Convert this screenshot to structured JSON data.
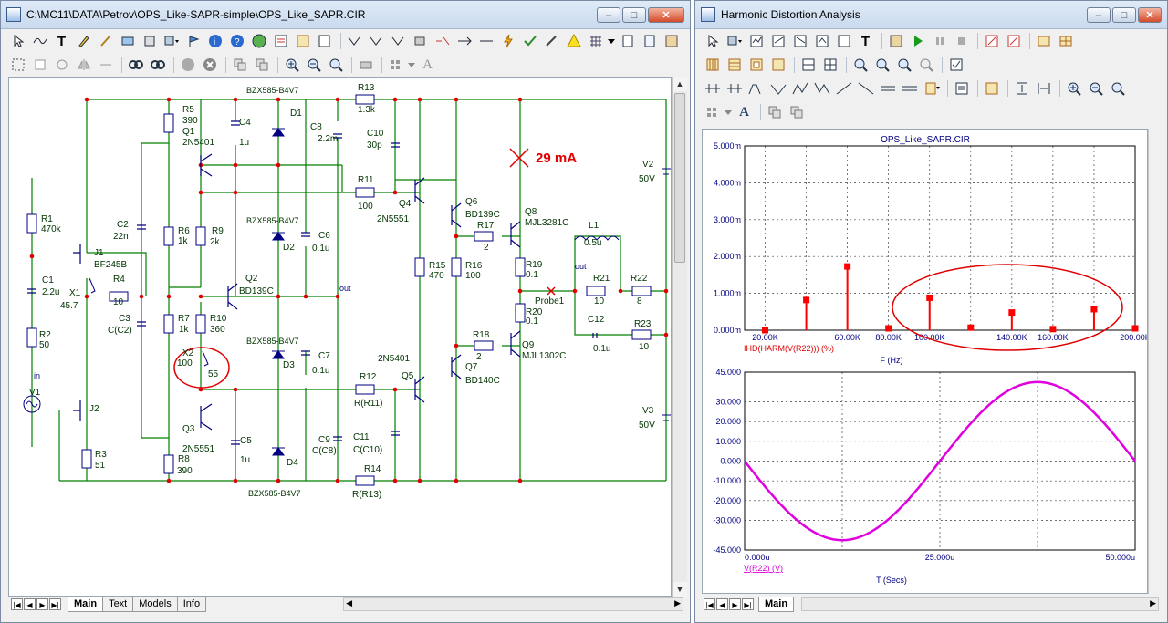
{
  "left_window": {
    "title": "C:\\MC11\\DATA\\Petrov\\OPS_Like-SAPR-simple\\OPS_Like_SAPR.CIR",
    "tabs": [
      "Main",
      "Text",
      "Models",
      "Info"
    ],
    "active_tab": "Main"
  },
  "right_window": {
    "title": "Harmonic Distortion Analysis",
    "tabs": [
      "Main"
    ],
    "active_tab": "Main"
  },
  "schematic": {
    "components": [
      {
        "name": "R5",
        "value": "390"
      },
      {
        "name": "Q1",
        "value": "2N5401"
      },
      {
        "name": "C4",
        "value": "1u"
      },
      {
        "name": "D1",
        "value": "BZX585-B4V7"
      },
      {
        "name": "C8",
        "value": "2.2m"
      },
      {
        "name": "R13",
        "value": "1.3k"
      },
      {
        "name": "C10",
        "value": "30p"
      },
      {
        "name": "R11",
        "value": "100"
      },
      {
        "name": "Q4",
        "value": "2N5551"
      },
      {
        "name": "Q6",
        "value": "BD139C"
      },
      {
        "name": "Q8",
        "value": "MJL3281C"
      },
      {
        "name": "R17",
        "value": "2"
      },
      {
        "name": "L1",
        "value": "0.5u"
      },
      {
        "name": "V2",
        "value": "50V"
      },
      {
        "name": "R1",
        "value": "470k"
      },
      {
        "name": "J1",
        "value": "BF245B"
      },
      {
        "name": "C2",
        "value": "22n"
      },
      {
        "name": "R6",
        "value": "1k"
      },
      {
        "name": "R9",
        "value": "2k"
      },
      {
        "name": "D2",
        "value": "BZX585-B4V7"
      },
      {
        "name": "C6",
        "value": "0.1u"
      },
      {
        "name": "Q2",
        "value": "BD139C"
      },
      {
        "name": "R15",
        "value": "470"
      },
      {
        "name": "R16",
        "value": "100"
      },
      {
        "name": "R19",
        "value": "0.1"
      },
      {
        "name": "R21",
        "value": "10"
      },
      {
        "name": "R22",
        "value": "8"
      },
      {
        "name": "C1",
        "value": "2.2u"
      },
      {
        "name": "X1",
        "value": "45.7"
      },
      {
        "name": "R4",
        "value": "10"
      },
      {
        "name": "C3",
        "value": "C(C2)"
      },
      {
        "name": "R7",
        "value": "1k"
      },
      {
        "name": "R10",
        "value": "360"
      },
      {
        "name": "R20",
        "value": "0.1"
      },
      {
        "name": "C12",
        "value": "0.1u"
      },
      {
        "name": "R23",
        "value": "10"
      },
      {
        "name": "R2",
        "value": "50"
      },
      {
        "name": "X2",
        "value": "100"
      },
      {
        "name": "D3",
        "value": "BZX585-B4V7"
      },
      {
        "name": "C7",
        "value": "0.1u"
      },
      {
        "name": "R18",
        "value": "2"
      },
      {
        "name": "Q9",
        "value": "MJL1302C"
      },
      {
        "name": "Q7",
        "value": "BD140C"
      },
      {
        "name": "Q5",
        "value": "2N5401"
      },
      {
        "name": "R12",
        "value": "R(R11)"
      },
      {
        "name": "V1",
        "value": ""
      },
      {
        "name": "J2",
        "value": ""
      },
      {
        "name": "Q3",
        "value": "2N5551"
      },
      {
        "name": "C5",
        "value": "1u"
      },
      {
        "name": "C9",
        "value": "C(C8)"
      },
      {
        "name": "C11",
        "value": "C(C10)"
      },
      {
        "name": "V3",
        "value": "50V"
      },
      {
        "name": "R3",
        "value": "51"
      },
      {
        "name": "R8",
        "value": "390"
      },
      {
        "name": "D4",
        "value": "BZX585-B4V7"
      },
      {
        "name": "R14",
        "value": "R(R13)"
      }
    ],
    "annotations": {
      "current": "29 mA",
      "pot_value": "55",
      "out_label": "out",
      "in_label": "in",
      "probe": "Probe1",
      "zener_top": "BZX585-B4V7",
      "zener_bottom": "BZX585-B4V7",
      "zener_d2": "BZX585-B4V7",
      "zener_d3": "BZX585-B4V7"
    }
  },
  "chart_data": [
    {
      "type": "bar",
      "title": "OPS_Like_SAPR.CIR",
      "xlabel": "F (Hz)",
      "ylabel": "",
      "series": [
        {
          "name": "IHD(HARM(V(R22))) (%)",
          "color": "#ff0000"
        }
      ],
      "x": [
        0,
        20000,
        40000,
        60000,
        80000,
        100000,
        120000,
        140000,
        160000,
        180000,
        200000
      ],
      "values": [
        0.0,
        0.0,
        0.82,
        1.73,
        0.05,
        0.88,
        0.07,
        0.48,
        0.03,
        0.57,
        0.05
      ],
      "xlim": [
        10000,
        200000
      ],
      "ylim": [
        0,
        5.0
      ],
      "ytick_labels": [
        "0.000m",
        "1.000m",
        "2.000m",
        "3.000m",
        "4.000m",
        "5.000m"
      ],
      "xtick_labels": [
        "20.00K",
        "60.00K",
        "80.00K",
        "100.00K",
        "140.00K",
        "160.00K",
        "200.00K"
      ],
      "grid": true
    },
    {
      "type": "line",
      "title": "",
      "xlabel": "T (Secs)",
      "ylabel": "",
      "series": [
        {
          "name": "V(R22) (V)",
          "color": "#e000e0",
          "amplitude": 40.0,
          "period_us": 50.0
        }
      ],
      "xlim": [
        0,
        50
      ],
      "ylim": [
        -45,
        45
      ],
      "ytick_labels": [
        "45.000",
        "30.000",
        "20.000",
        "10.000",
        "0.000",
        "-10.000",
        "-20.000",
        "-30.000",
        "-45.000"
      ],
      "ytick_values": [
        45,
        30,
        20,
        10,
        0,
        -10,
        -20,
        -30,
        -45
      ],
      "xtick_labels": [
        "0.000u",
        "25.000u",
        "50.000u"
      ],
      "grid": true
    }
  ]
}
